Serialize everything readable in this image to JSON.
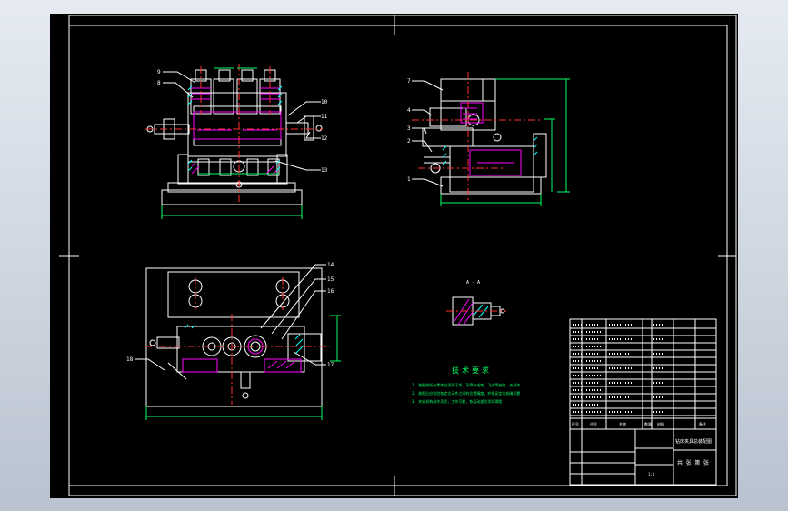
{
  "drawing": {
    "colors": {
      "background": "#000000",
      "frame": "#ffffff",
      "part": "#ffffff",
      "hatch": "#ff00ff",
      "centerline": "#ff3030",
      "dimension": "#00ff66",
      "leader": "#ffffff",
      "note": "#00ff66",
      "cyan": "#00ffff",
      "viewport": "#d3dae5"
    },
    "front_view": {
      "part_numbers": [
        "9",
        "8",
        "10",
        "11",
        "12",
        "13"
      ]
    },
    "side_view": {
      "part_numbers": [
        "7",
        "4",
        "3",
        "2",
        "1"
      ]
    },
    "top_view": {
      "part_numbers": [
        "14",
        "15",
        "16",
        "18",
        "17"
      ]
    },
    "section_view": {
      "label": "A - A"
    },
    "notes": {
      "heading": "技术要求",
      "lines": [
        "1. 装配前所有零件应清洗干净，不得有毛刺、飞边等缺陷，夹具体",
        "2. 装配后应检验各定位元件之间的位置精度，并保证定位准确可靠",
        "3. 夹紧机构动作灵活，工作可靠，各运动部位涂润滑脂"
      ]
    },
    "title_block": {
      "title_cells": [
        "钻床夹具总装配图",
        "共 张 第 张"
      ],
      "labels": [
        "序号",
        "代号",
        "名称",
        "数量",
        "材料",
        "备注"
      ],
      "scale": "1:1"
    }
  }
}
